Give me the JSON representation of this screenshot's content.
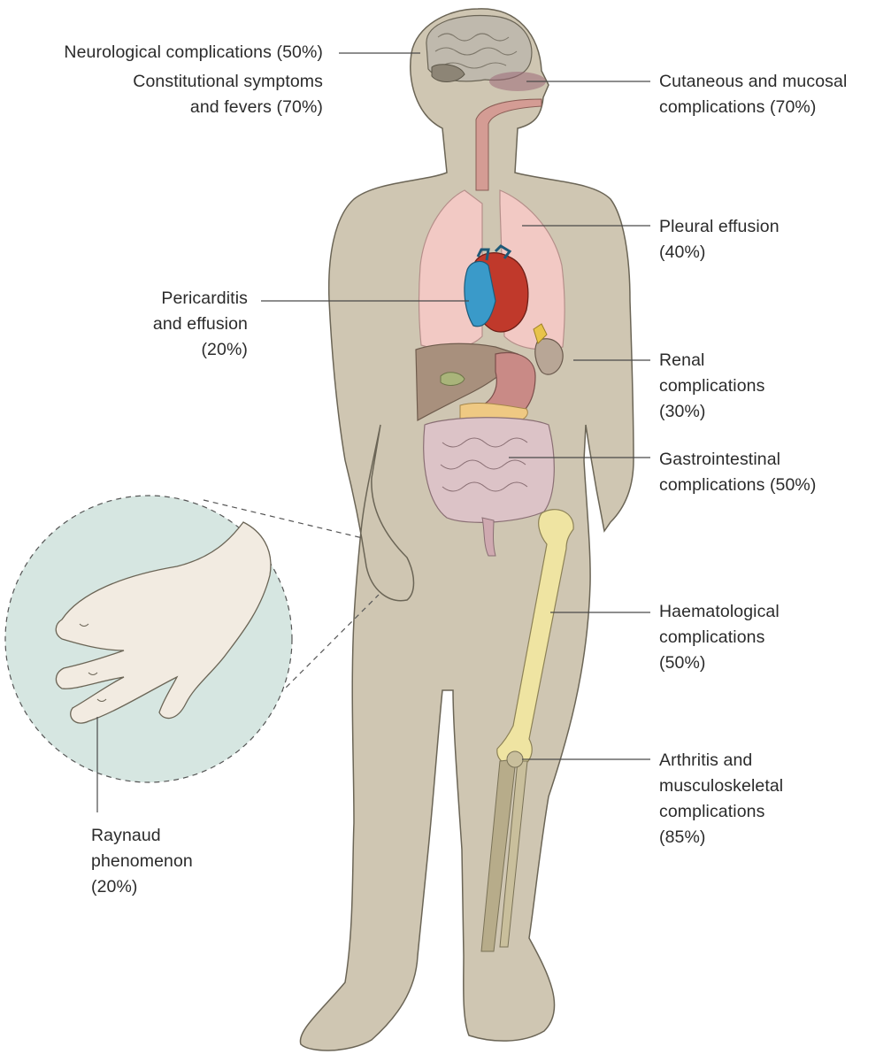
{
  "labels": {
    "neurological": {
      "lines": [
        "Neurological complications (50%)"
      ]
    },
    "constitutional": {
      "lines": [
        "Constitutional symptoms",
        "and fevers (70%)"
      ]
    },
    "cutaneous": {
      "lines": [
        "Cutaneous and mucosal",
        "complications (70%)"
      ]
    },
    "pleural": {
      "lines": [
        "Pleural effusion",
        "(40%)"
      ]
    },
    "pericarditis": {
      "lines": [
        "Pericarditis",
        "and effusion",
        "(20%)"
      ]
    },
    "renal": {
      "lines": [
        "Renal",
        "complications",
        "(30%)"
      ]
    },
    "gastrointestinal": {
      "lines": [
        "Gastrointestinal",
        "complications (50%)"
      ]
    },
    "haematological": {
      "lines": [
        "Haematological",
        "complications",
        "(50%)"
      ]
    },
    "arthritis": {
      "lines": [
        "Arthritis and",
        "musculoskeletal",
        "complications",
        "(85%)"
      ]
    },
    "raynaud": {
      "lines": [
        "Raynaud",
        "phenomenon",
        "(20%)"
      ]
    }
  },
  "colors": {
    "body": "#cfc6b2",
    "outline": "#6b6556",
    "lung": "#f2c9c4",
    "heart_red": "#c0392b",
    "heart_blue": "#3a9ac9",
    "liver": "#a8907d",
    "intestine": "#dcc3c7",
    "bone": "#efe4a2",
    "hand_circle": "#d6e6e1"
  }
}
